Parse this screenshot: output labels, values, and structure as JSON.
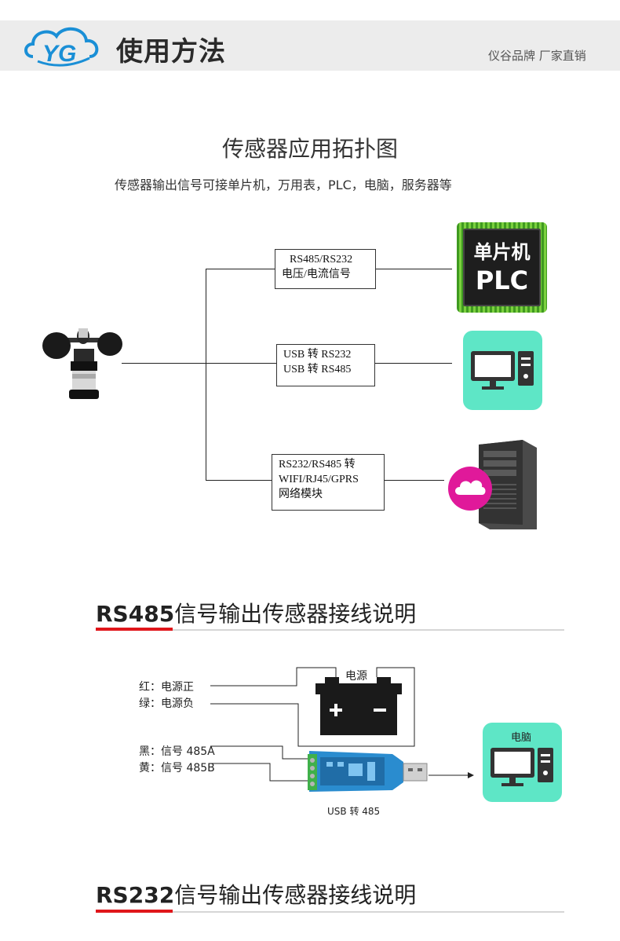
{
  "header": {
    "title": "使用方法",
    "subtitle": "仪谷品牌 厂家直销",
    "logo_color": "#1a8fd6"
  },
  "topology": {
    "title": "传感器应用拓扑图",
    "subtitle": "传感器输出信号可接单片机，万用表，PLC，电脑，服务器等",
    "branch1": {
      "line1": "RS485/RS232",
      "line2": "电压/电流信号"
    },
    "branch2": {
      "line1": "USB 转 RS232",
      "line2": "USB 转 RS485"
    },
    "branch3": {
      "line1": "RS232/RS485 转",
      "line2": "WIFI/RJ45/GPRS",
      "line3": "网络模块"
    },
    "mcu": {
      "line1": "单片机",
      "line2": "PLC"
    }
  },
  "rs485_section": {
    "title_bold": "RS485",
    "title_rest": "信号输出传感器接线说明",
    "power_label": "电源",
    "pc_label": "电脑",
    "wire_red": "红：电源正",
    "wire_green": "绿：电源负",
    "wire_black": "黑：信号 485A",
    "wire_yellow": "黄：信号 485B",
    "converter_caption": "USB 转 485"
  },
  "rs232_section": {
    "title_bold": "RS232",
    "title_rest": "信号输出传感器接线说明"
  },
  "colors": {
    "accent_red": "#e0161b",
    "tile_green": "#5ee6c6",
    "cloud_magenta": "#e0199a"
  }
}
